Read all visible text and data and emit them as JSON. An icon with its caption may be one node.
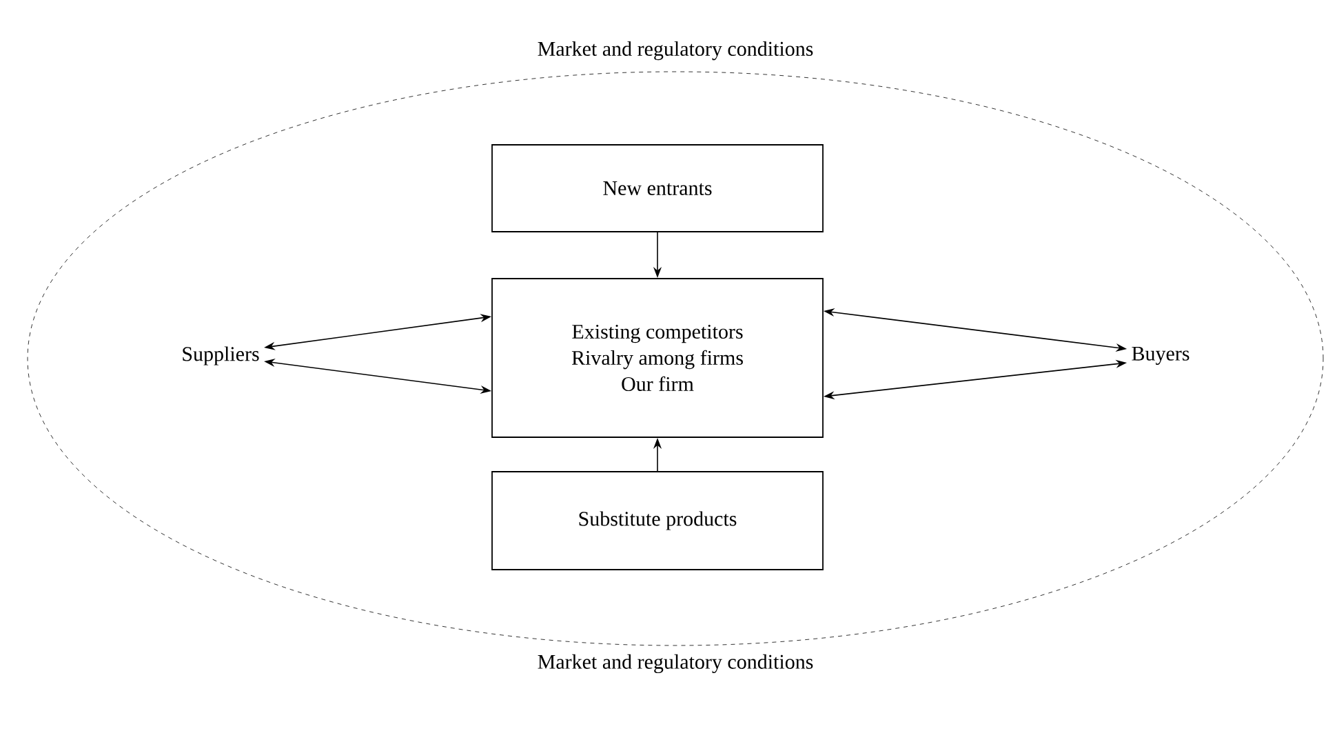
{
  "diagram": {
    "nodes": [
      {
        "text": [
          "Market and regulatory conditions",
          "Market and regulatory conditions"
        ]
      },
      {
        "text": [
          "New entrants"
        ],
        "in": 0
      },
      {
        "text": [
          "Existing competitors",
          "Rivalry among firms",
          "Our firm"
        ],
        "in": 0
      },
      {
        "text": [
          "Substitute products"
        ],
        "in": 0
      },
      {
        "text": [
          "Suppliers"
        ],
        "in": 0
      },
      {
        "text": [
          "Buyers"
        ],
        "in": 0
      }
    ],
    "edges": [
      {
        "from": 1,
        "to": 2,
        "arrow": "to"
      },
      {
        "from": 3,
        "to": 2,
        "arrow": "to"
      },
      {
        "from": 4,
        "to": 2,
        "arrow": "both"
      },
      {
        "from": 4,
        "to": 2,
        "arrow": "both"
      },
      {
        "from": 2,
        "to": 5,
        "arrow": "both"
      },
      {
        "from": 2,
        "to": 5,
        "arrow": "both"
      }
    ]
  }
}
